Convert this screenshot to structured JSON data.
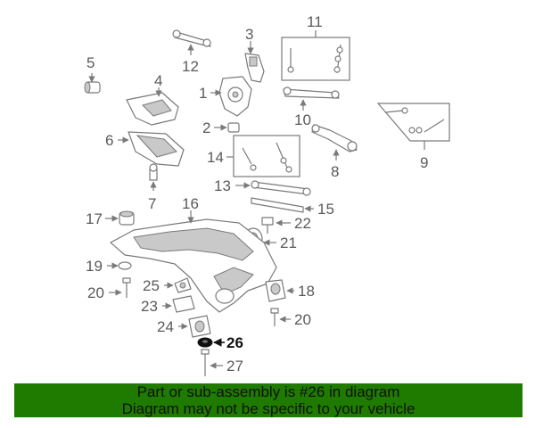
{
  "diagram": {
    "highlight_part": "26",
    "callouts": [
      "1",
      "2",
      "3",
      "4",
      "5",
      "6",
      "7",
      "8",
      "9",
      "10",
      "11",
      "12",
      "13",
      "14",
      "15",
      "16",
      "17",
      "18",
      "19",
      "20",
      "21",
      "22",
      "23",
      "24",
      "25",
      "26",
      "27"
    ]
  },
  "banner": {
    "line1": "Part or sub-assembly is #26 in diagram",
    "line2": "Diagram may not be specific to your vehicle"
  },
  "colors": {
    "banner_bg": "#1f7a00",
    "highlight_part_fill": "#111111",
    "line_art": "#7a7a7a"
  }
}
